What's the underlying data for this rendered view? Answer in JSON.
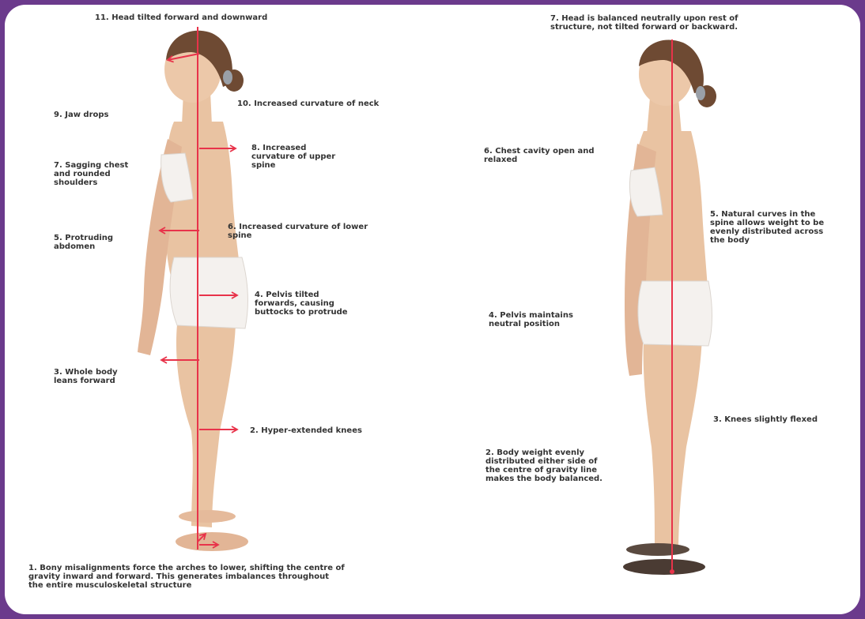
{
  "colors": {
    "frame": "#6b3a8c",
    "line": "#e8334a",
    "text": "#333333",
    "skin": "#e9c3a2",
    "hair": "#6e4a33",
    "underwear": "#f4f1ee"
  },
  "left_figure": {
    "label_11": "11. Head tilted forward and downward",
    "label_9": "9. Jaw drops",
    "label_10": "10. Increased curvature of neck",
    "label_8": "8. Increased\ncurvature of upper\nspine",
    "label_7": "7. Sagging chest\nand rounded\nshoulders",
    "label_6": "6. Increased curvature of lower\nspine",
    "label_5": "5. Protruding\nabdomen",
    "label_4": "4. Pelvis tilted\nforwards, causing\nbuttocks to protrude",
    "label_3": "3. Whole body\nleans forward",
    "label_2": "2. Hyper-extended knees",
    "label_1": "1. Bony misalignments force the arches to lower, shifting the centre of\ngravity inward and forward.  This generates imbalances throughout\nthe entire musculoskeletal structure"
  },
  "right_figure": {
    "label_7": "7. Head is balanced neutrally upon rest of\nstructure, not tilted forward or backward.",
    "label_6": "6. Chest cavity open and\nrelaxed",
    "label_5": "5. Natural curves in the\nspine allows weight to be\nevenly distributed across\nthe body",
    "label_4": "4. Pelvis maintains\nneutral position",
    "label_3": "3. Knees slightly flexed",
    "label_2": "2. Body weight evenly\ndistributed either side of\nthe centre of gravity line\nmakes the body balanced."
  }
}
